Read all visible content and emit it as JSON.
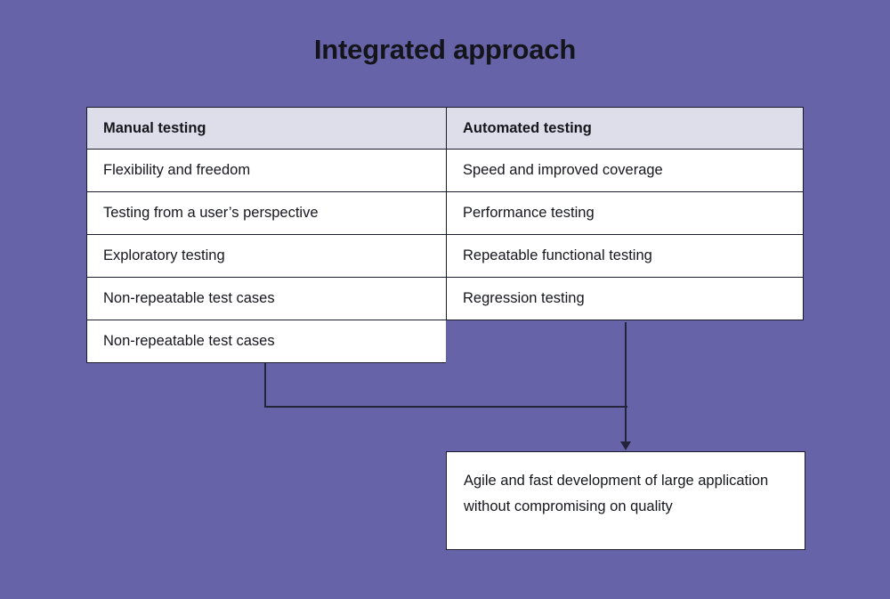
{
  "page": {
    "title": "Integrated approach",
    "background_color": "#6763a8",
    "box_fill": "#ffffff",
    "header_fill": "#dedeeb",
    "border_color": "#1b1c2b",
    "text_color": "#16171c"
  },
  "comparison_table": {
    "columns": [
      {
        "header": "Manual testing",
        "rows": [
          "Flexibility and freedom",
          "Testing from a user’s perspective",
          "Exploratory testing",
          "Non-repeatable test cases",
          "Non-repeatable test cases"
        ]
      },
      {
        "header": "Automated testing",
        "rows": [
          "Speed and improved coverage",
          "Performance testing",
          "Repeatable functional testing",
          "Regression testing"
        ]
      }
    ]
  },
  "outcome": {
    "text": "Agile and fast development of large application without compromising on quality"
  },
  "connectors": {
    "arrow_icon": "arrow-down-icon",
    "left_branch_icon": "elbow-connector-icon",
    "right_branch_icon": "vertical-connector-icon"
  }
}
